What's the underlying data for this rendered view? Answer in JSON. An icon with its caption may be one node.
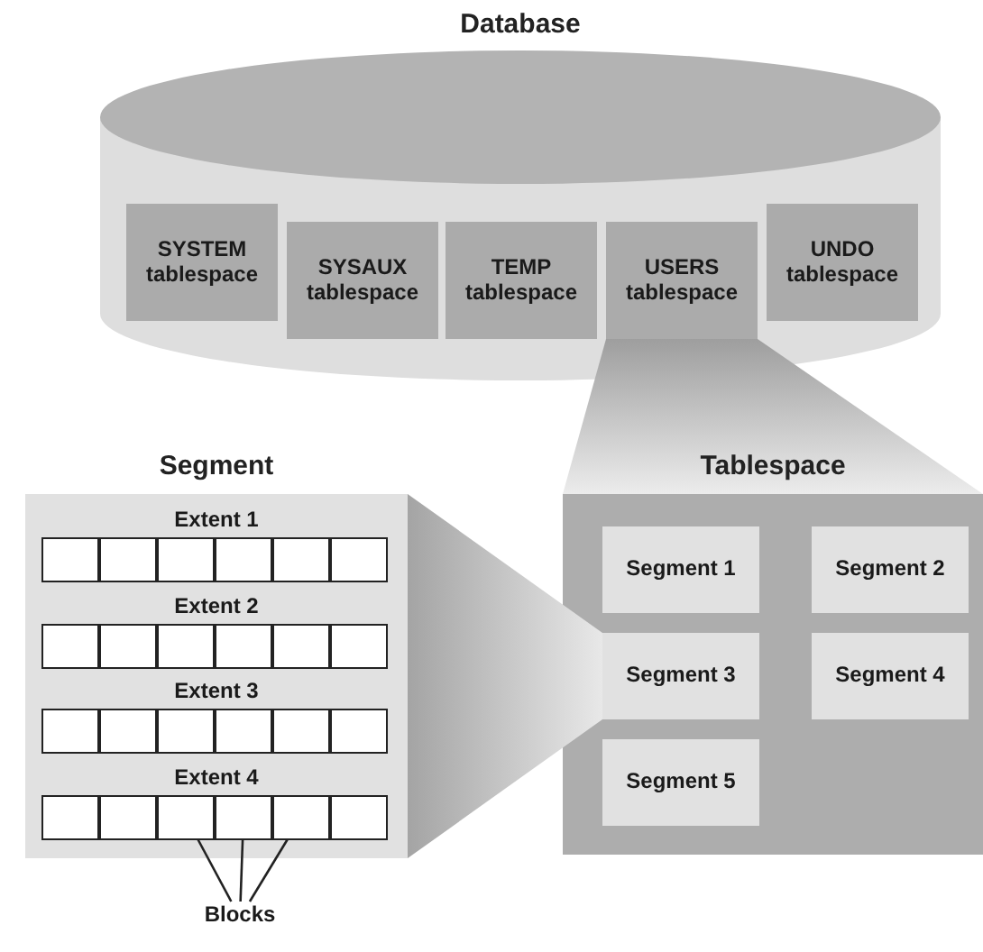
{
  "diagram": {
    "nodes": [
      {
        "text": [
          "Database"
        ]
      },
      {
        "text": [
          "SYSTEM tablespace"
        ],
        "in": 0
      },
      {
        "text": [
          "SYSAUX tablespace"
        ],
        "in": 0
      },
      {
        "text": [
          "TEMP tablespace"
        ],
        "in": 0
      },
      {
        "text": [
          "USERS tablespace"
        ],
        "in": 0
      },
      {
        "text": [
          "UNDO tablespace"
        ],
        "in": 0
      },
      {
        "text": [
          "Segment"
        ]
      },
      {
        "text": [],
        "shape": "box",
        "in": 6
      },
      {
        "text": [],
        "shape": "box",
        "in": 6
      },
      {
        "text": [],
        "shape": "box",
        "in": 6
      },
      {
        "text": [],
        "shape": "box",
        "in": 6
      },
      {
        "text": [],
        "shape": "box",
        "in": 6
      },
      {
        "text": [],
        "shape": "box",
        "in": 6
      },
      {
        "text": [],
        "shape": "box",
        "in": 6
      },
      {
        "text": [],
        "shape": "box",
        "in": 6
      },
      {
        "text": [],
        "shape": "box",
        "in": 6
      },
      {
        "text": [],
        "shape": "box",
        "in": 6
      },
      {
        "text": [],
        "shape": "box",
        "in": 6
      },
      {
        "text": [],
        "shape": "box",
        "in": 6
      },
      {
        "text": [],
        "shape": "box",
        "in": 6
      },
      {
        "text": [],
        "shape": "box",
        "in": 6
      },
      {
        "text": [],
        "shape": "box",
        "in": 6
      },
      {
        "text": [],
        "shape": "box",
        "in": 6
      },
      {
        "text": [],
        "shape": "box",
        "in": 6
      },
      {
        "text": [],
        "shape": "box",
        "in": 6
      },
      {
        "text": [],
        "shape": "box",
        "in": 6
      },
      {
        "text": [],
        "shape": "box",
        "in": 6
      },
      {
        "text": [],
        "shape": "box",
        "in": 6
      },
      {
        "text": [],
        "shape": "box",
        "in": 6
      },
      {
        "text": [],
        "shape": "box",
        "in": 6
      },
      {
        "text": [],
        "shape": "box",
        "in": 6
      },
      {
        "text": [
          "Tablespace"
        ]
      },
      {
        "text": [
          "Segment 1"
        ],
        "in": 31
      },
      {
        "text": [
          "Segment 2"
        ],
        "in": 31
      },
      {
        "text": [
          "Segment 3"
        ],
        "in": 31
      },
      {
        "text": [
          "Segment 4"
        ],
        "in": 31
      },
      {
        "text": [
          "Segment 5"
        ],
        "in": 31
      },
      {
        "text": [
          "Blocks"
        ]
      }
    ],
    "edges": [
      {
        "from": 37,
        "to": 27,
        "arrow": "none"
      },
      {
        "from": 37,
        "to": 28,
        "arrow": "none"
      },
      {
        "from": 37,
        "to": 29,
        "arrow": "none"
      }
    ],
    "labels": [
      "Extent 1",
      "Extent 2",
      "Extent 3",
      "Extent 4"
    ]
  }
}
